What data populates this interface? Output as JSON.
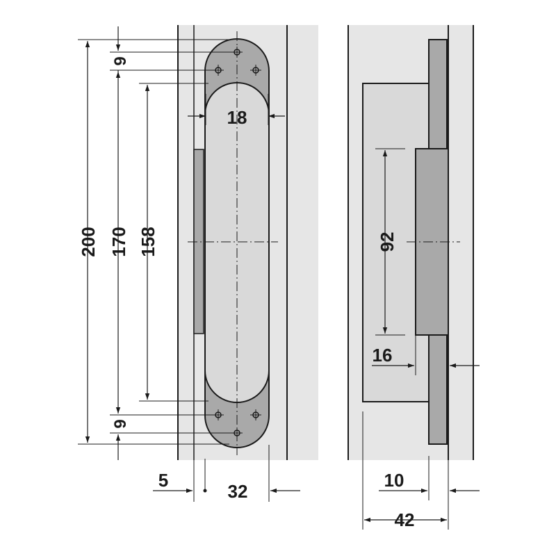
{
  "colors": {
    "line": "#1a1a1a",
    "panel_light": "#e6e6e6",
    "part_mid": "#cdcdcd",
    "part_dark": "#a9a9a9",
    "body_light": "#d9d9d9"
  },
  "front_view": {
    "dim_overall_height": "200",
    "dim_hole_spacing": "170",
    "dim_inner_height": "158",
    "dim_top_offset": "9",
    "dim_bottom_offset": "9",
    "dim_inner_width": "18",
    "dim_edge_offset": "5",
    "dim_body_width": "32"
  },
  "side_view": {
    "dim_arm_length": "92",
    "dim_body_depth": "16",
    "dim_edge_gap": "10",
    "dim_total_depth": "42"
  }
}
